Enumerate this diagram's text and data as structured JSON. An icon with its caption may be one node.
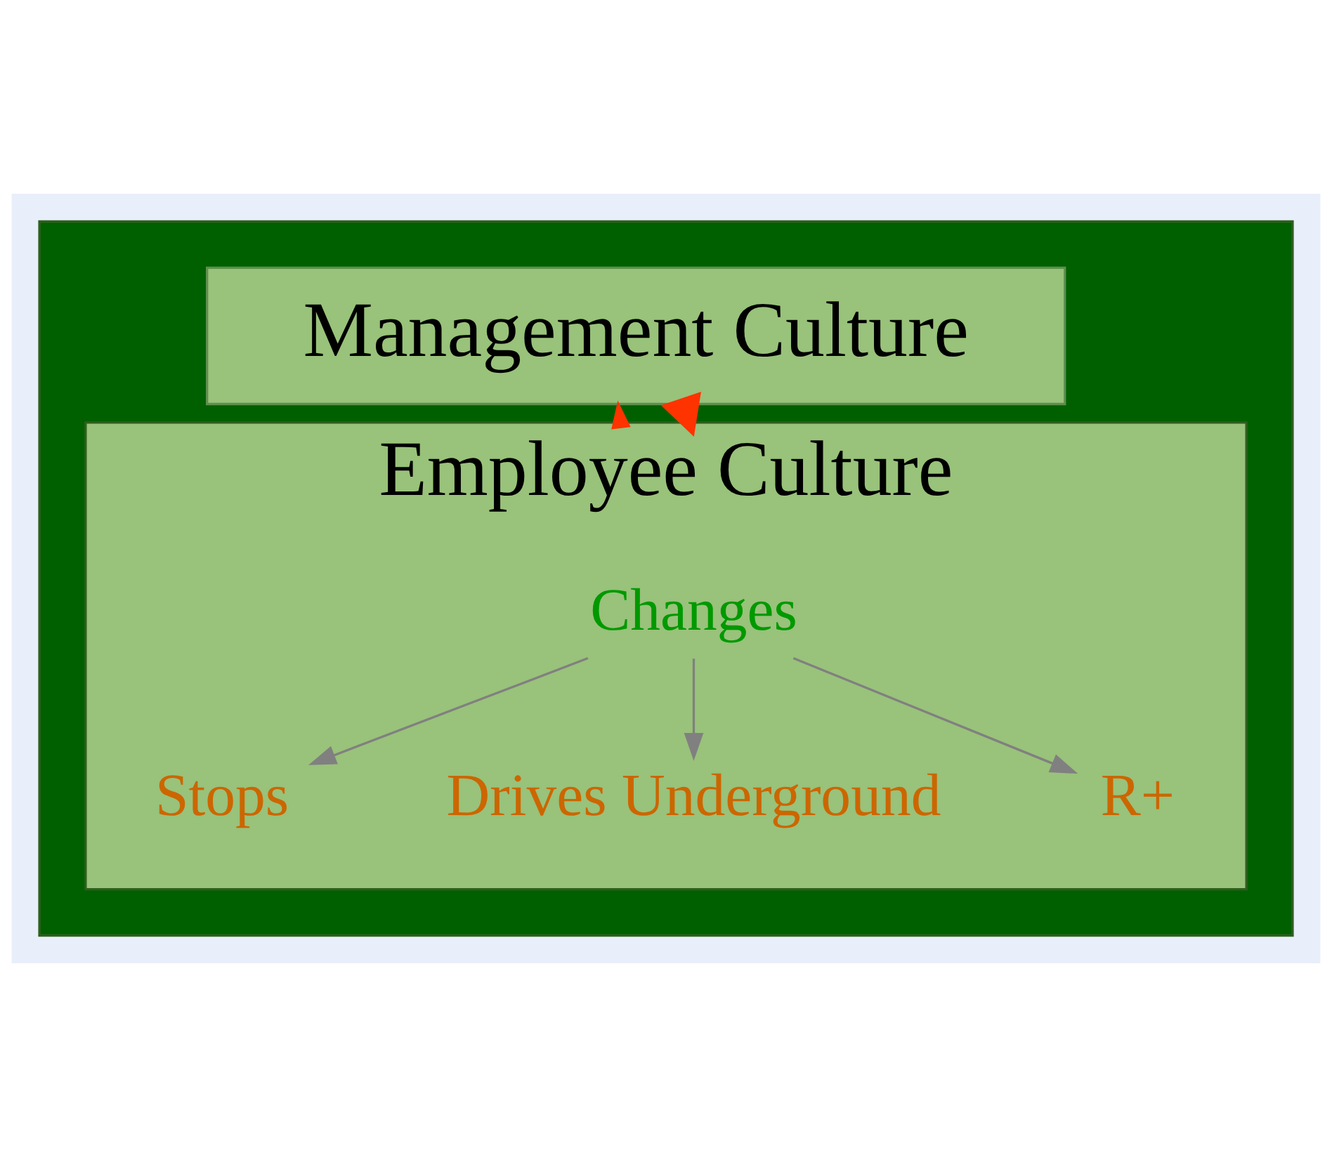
{
  "diagram": {
    "nodes": [
      {
        "text": [],
        "shape": "box"
      },
      {
        "text": [
          "Management Culture"
        ],
        "in": 0
      },
      {
        "text": [
          "Employee Culture"
        ],
        "in": 0
      },
      {
        "text": [
          "Changes"
        ],
        "in": 2
      },
      {
        "text": [
          "Stops"
        ],
        "in": 2
      },
      {
        "text": [
          "Drives Underground"
        ],
        "in": 2
      },
      {
        "text": [
          "R+"
        ],
        "in": 2
      }
    ],
    "edges": [
      {
        "from": 1,
        "to": 2,
        "arrow": "to",
        "style": "thick",
        "color": "#ff3300"
      },
      {
        "from": 2,
        "to": 1,
        "arrow": "to",
        "color": "#ff3300"
      },
      {
        "from": 3,
        "to": 4,
        "arrow": "to"
      },
      {
        "from": 3,
        "to": 5,
        "arrow": "to"
      },
      {
        "from": 3,
        "to": 6,
        "arrow": "to"
      }
    ]
  }
}
